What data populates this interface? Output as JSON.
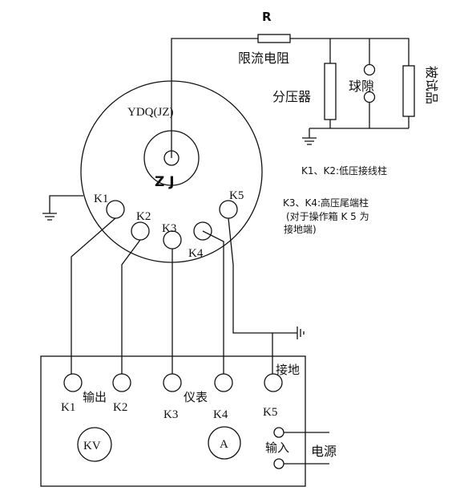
{
  "labels": {
    "r": "R",
    "resistor": "限流电阻",
    "divider": "分压器",
    "ball_gap": "球隙",
    "specimen": "被试品",
    "ydq": "YDQ(JZ)",
    "zj": "Z J",
    "k1": "K1",
    "k2": "K2",
    "k3": "K3",
    "k4": "K4",
    "k5": "K5",
    "note1": "K1、K2:低压接线柱",
    "note2_line1": "K3、K4:高压尾端柱",
    "note2_line2": "(对于操作箱 K 5 为",
    "note2_line3": "接地端)",
    "box_k1": "K1",
    "box_k2": "K2",
    "box_k3": "K3",
    "box_k4": "K4",
    "box_k5": "K5",
    "output": "输出",
    "meter": "仪表",
    "ground": "接地",
    "kv": "KV",
    "ammeter": "A",
    "input": "输入",
    "power": "电源"
  }
}
